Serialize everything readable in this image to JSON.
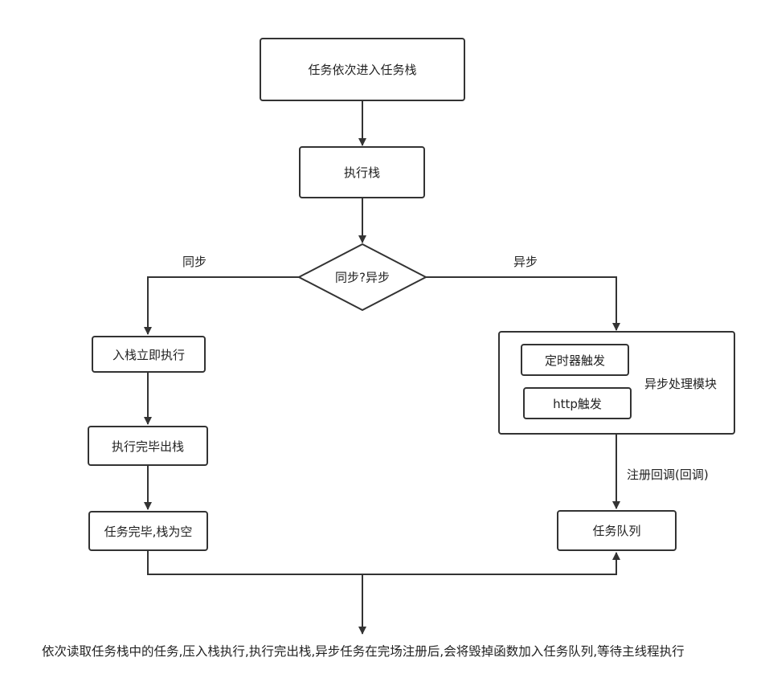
{
  "nodes": {
    "push_tasks": "任务依次进入任务栈",
    "exec_stack": "执行栈",
    "decision": "同步?异步",
    "push_exec": "入栈立即执行",
    "exec_pop": "执行完毕出栈",
    "stack_empty": "任务完毕,栈为空",
    "async_module": {
      "title": "异步处理模块",
      "timer": "定时器触发",
      "http": "http触发"
    },
    "task_queue": "任务队列"
  },
  "edge_labels": {
    "sync": "同步",
    "async": "异步",
    "register_callback": "注册回调(回调)"
  },
  "footer": "依次读取任务栈中的任务,压入栈执行,执行完出栈,异步任务在完场注册后,会将毁掉函数加入任务队列,等待主线程执行"
}
